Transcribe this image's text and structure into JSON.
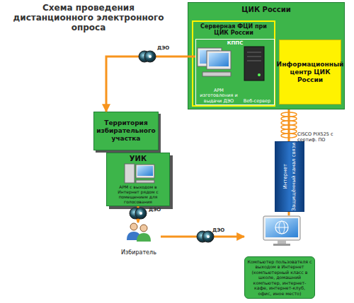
{
  "diagram": {
    "title": "Схема проведения дистанционного электронного опроса",
    "nodes": [
      {
        "text": [
          "ЦИК России"
        ]
      },
      {
        "text": [
          "Серверная ФЦИ при ЦИК России"
        ],
        "in": 0
      },
      {
        "text": [
          "КППС"
        ],
        "in": 1
      },
      {
        "text": [
          "АРМ изготовления и выдачи ДЭО"
        ],
        "in": 2
      },
      {
        "text": [
          "Веб-сервер"
        ],
        "in": 2
      },
      {
        "text": [
          "Информационный центр ЦИК России"
        ],
        "in": 0
      },
      {
        "text": [
          "Территория избирательного участка"
        ]
      },
      {
        "text": [
          "УИК",
          "АРМ с выходом в Интернет рядом с помещением для голосования"
        ]
      },
      {
        "text": [
          "Избиратель"
        ]
      },
      {
        "text": [
          "Компьютер пользователя с выходом в Интернет (компьютерный класс в школе, домашний компьютер, интернет-кафе, интернет-клуб, офис, иное место)"
        ]
      },
      {
        "text": [
          "Интернет",
          "Защищённый канал связи"
        ]
      }
    ],
    "edges": [
      {
        "from": 2,
        "to": 6,
        "label": "ДЭО",
        "arrow": "to"
      },
      {
        "from": 7,
        "to": 8,
        "label": "ДЭО",
        "arrow": "to"
      },
      {
        "from": 8,
        "to": 9,
        "label": "ДЭО",
        "arrow": "to"
      },
      {
        "from": 9,
        "to": 10,
        "arrow": "none"
      },
      {
        "from": 10,
        "to": 0,
        "arrow": "none"
      }
    ],
    "labels": [
      "CISCO PIX525 с сертиф. ПО"
    ]
  }
}
